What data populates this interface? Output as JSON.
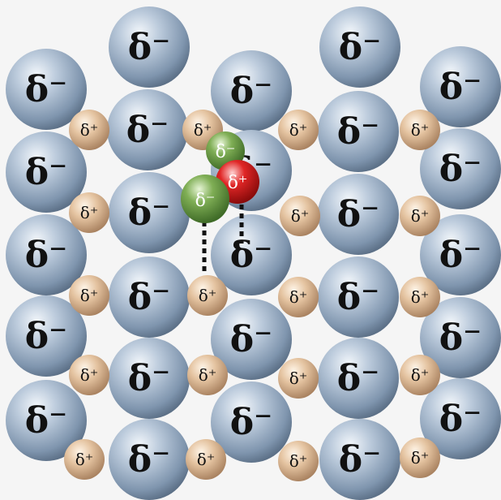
{
  "labels": {
    "neg": "δ⁻",
    "pos": "δ⁺",
    "water_o": "δ⁻",
    "water_h": "δ⁺",
    "water_cl": "δ⁻"
  },
  "colors": {
    "anion": "#a9bdd3",
    "cation": "#e6c5a3",
    "oxygen_red": "#d42020",
    "green": "#6fa24a",
    "background": "#f4f4f4"
  }
}
